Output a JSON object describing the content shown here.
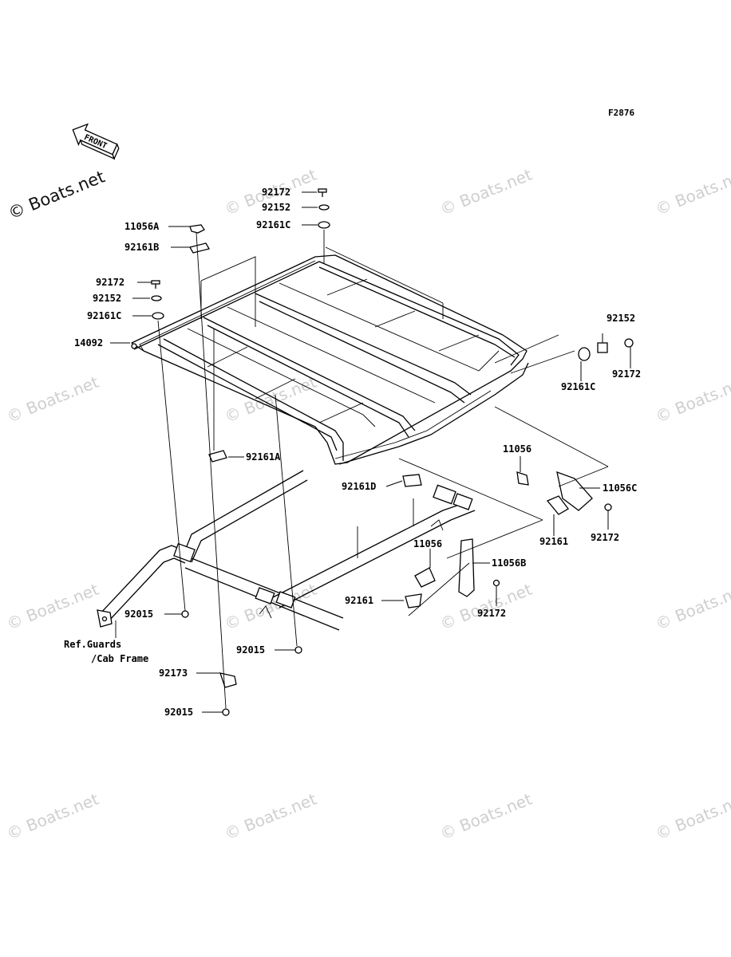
{
  "figure_code": "F2876",
  "front_arrow_label": "FRONT",
  "watermark": "© Boats.net",
  "watermark_dark": "© Boats.net",
  "reference_note": {
    "line1": "Ref.Guards",
    "line2": "/Cab Frame"
  },
  "callouts": [
    {
      "id": "c01",
      "text": "92172"
    },
    {
      "id": "c02",
      "text": "92152"
    },
    {
      "id": "c03",
      "text": "92161C"
    },
    {
      "id": "c04",
      "text": "11056A"
    },
    {
      "id": "c05",
      "text": "92161B"
    },
    {
      "id": "c06",
      "text": "92172"
    },
    {
      "id": "c07",
      "text": "92152"
    },
    {
      "id": "c08",
      "text": "92161C"
    },
    {
      "id": "c09",
      "text": "14092"
    },
    {
      "id": "c10",
      "text": "92152"
    },
    {
      "id": "c11",
      "text": "92172"
    },
    {
      "id": "c12",
      "text": "92161C"
    },
    {
      "id": "c13",
      "text": "92161A"
    },
    {
      "id": "c14",
      "text": "92161D"
    },
    {
      "id": "c15",
      "text": "11056"
    },
    {
      "id": "c16",
      "text": "11056C"
    },
    {
      "id": "c17",
      "text": "92161"
    },
    {
      "id": "c18",
      "text": "92172"
    },
    {
      "id": "c19",
      "text": "11056"
    },
    {
      "id": "c20",
      "text": "11056B"
    },
    {
      "id": "c21",
      "text": "92161"
    },
    {
      "id": "c22",
      "text": "92172"
    },
    {
      "id": "c23",
      "text": "92015"
    },
    {
      "id": "c24",
      "text": "92015"
    },
    {
      "id": "c25",
      "text": "92173"
    },
    {
      "id": "c26",
      "text": "92015"
    }
  ]
}
